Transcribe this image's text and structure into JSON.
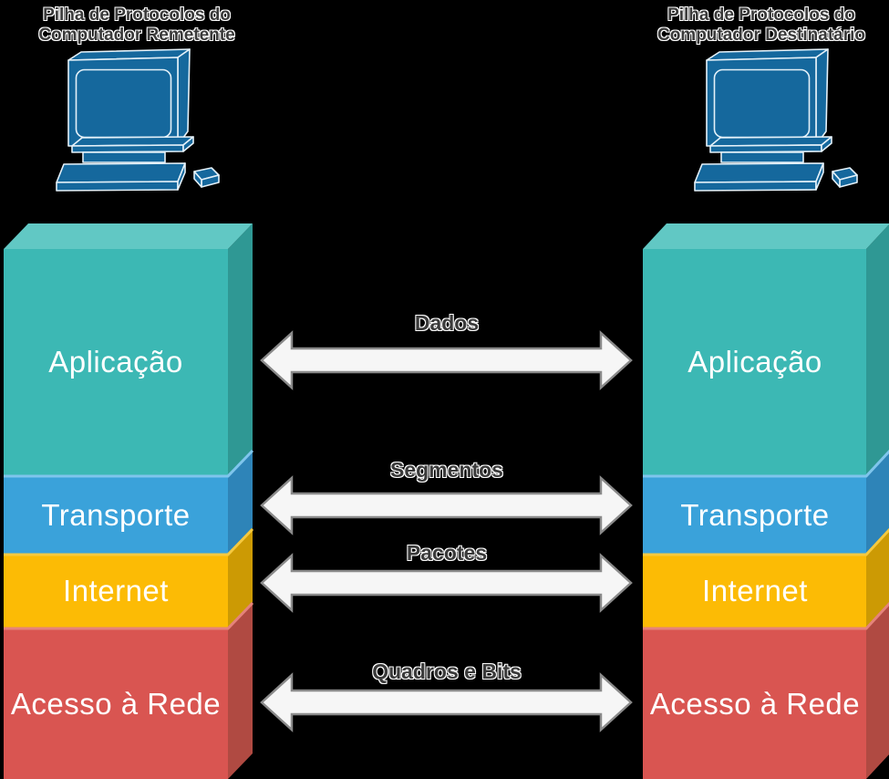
{
  "left_stack": {
    "title_line1": "Pilha de Protocolos do",
    "title_line2": "Computador Remetente",
    "layers": [
      {
        "label": "Aplicação"
      },
      {
        "label": "Transporte"
      },
      {
        "label": "Internet"
      },
      {
        "label": "Acesso à Rede"
      }
    ]
  },
  "right_stack": {
    "title_line1": "Pilha de Protocolos do",
    "title_line2": "Computador Destinatário",
    "layers": [
      {
        "label": "Aplicação"
      },
      {
        "label": "Transporte"
      },
      {
        "label": "Internet"
      },
      {
        "label": "Acesso à Rede"
      }
    ]
  },
  "arrows": [
    {
      "label": "Dados"
    },
    {
      "label": "Segmentos"
    },
    {
      "label": "Pacotes"
    },
    {
      "label": "Quadros e Bits"
    }
  ],
  "colors": {
    "background": "#000000",
    "teal_front": "#3cb8b4",
    "teal_top": "#61c8c4",
    "teal_side": "#2f9894",
    "blue_front": "#3aa2da",
    "blue_side": "#2e84b8",
    "blue_highlight": "#7fc5ec",
    "yellow_front": "#fcbb05",
    "yellow_side": "#cc9a04",
    "yellow_highlight": "#f6c93f",
    "red_front": "#d95551",
    "red_side": "#b04a42",
    "red_highlight": "#e5837b",
    "computer_icon_fill": "#15689d",
    "computer_icon_outline": "#e4f1f9",
    "arrow_fill": "#f6f6f6",
    "arrow_border": "#8a8a8a",
    "label_text": "#3a3a3a",
    "layer_text": "#ffffff"
  }
}
